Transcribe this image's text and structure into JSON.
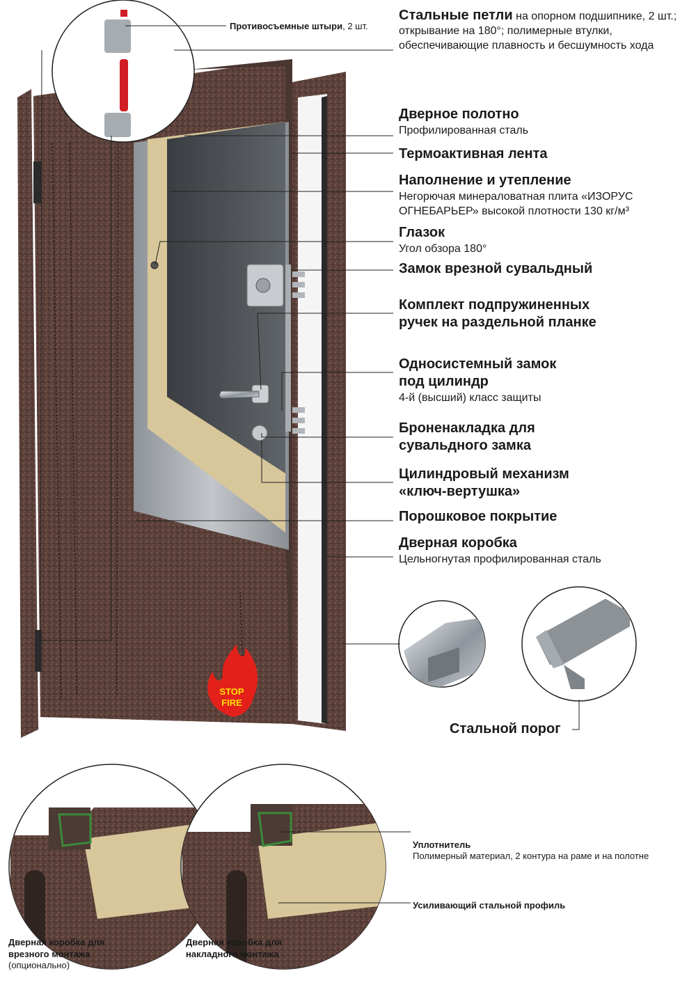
{
  "colors": {
    "door_brown": "#5b4039",
    "door_dark": "#3b2824",
    "steel_gray": "#9ca1a6",
    "wool_yellow": "#d8c79a",
    "fire_red": "#e4201b",
    "fire_yellow": "#ffe100"
  },
  "pins": {
    "bold": "Противосъемные штыри",
    "rest": ", 2 шт."
  },
  "hinges": {
    "bold": "Стальные петли",
    "rest": " на опорном подшипнике, 2 шт.; открывание на 180°; полимерные втулки, обеспечивающие плавность и бесшумность хода"
  },
  "features": [
    {
      "title": "Дверное полотно",
      "desc": "Профилированная сталь"
    },
    {
      "title": "Термоактивная лента"
    },
    {
      "title": "Наполнение и утепление",
      "desc": "Негорючая минераловатная плита «ИЗОРУС ОГНЕБАРЬЕР» высокой плотности 130 кг/м³"
    },
    {
      "title": "Глазок",
      "desc": "Угол обзора 180°"
    },
    {
      "title": "Замок врезной сувальдный"
    },
    {
      "title": "Комплект подпружиненных ручек на раздельной планке"
    },
    {
      "title": "Односистемный замок под цилиндр",
      "desc": "4-й (высший) класс защиты"
    },
    {
      "title": "Броненакладка для сувальдного замка"
    },
    {
      "title": "Цилиндровый механизм «ключ-вертушка»"
    },
    {
      "title": "Порошковое покрытие"
    },
    {
      "title": "Дверная коробка",
      "desc": "Цельногнутая профилированная сталь"
    }
  ],
  "threshold_label": "Стальной порог",
  "stop_fire": {
    "line1": "STOP",
    "line2": "FIRE"
  },
  "seal": {
    "title": "Уплотнитель",
    "desc": "Полимерный материал, 2 контура на раме и на полотне"
  },
  "profile_label": "Усиливающий стальной профиль",
  "frames": [
    {
      "title": "Дверная коробка для врезного монтажа",
      "note": "(опционально)"
    },
    {
      "title": "Дверная коробка для накладного монтажа"
    }
  ]
}
